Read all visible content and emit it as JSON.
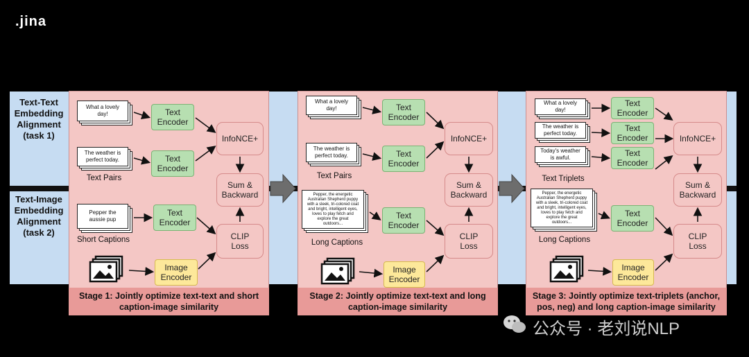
{
  "logo": ".jina",
  "rows": {
    "row1_label": [
      "Text-Text",
      "Embedding",
      "Alignment",
      "(task 1)"
    ],
    "row2_label": [
      "Text-Image",
      "Embedding",
      "Alignment",
      "(task 2)"
    ]
  },
  "stage1": {
    "card1": [
      "What a lovely",
      "day!"
    ],
    "card2": [
      "The weather is",
      "perfect today."
    ],
    "pairs_label": "Text Pairs",
    "card3": [
      "Pepper the",
      "aussie pup"
    ],
    "captions_label": "Short Captions",
    "text_encoder": [
      "Text",
      "Encoder"
    ],
    "image_encoder": [
      "Image",
      "Encoder"
    ],
    "infonce": "InfoNCE+",
    "sum": [
      "Sum &",
      "Backward"
    ],
    "clip": [
      "CLIP",
      "Loss"
    ],
    "footer": [
      "Stage 1: Jointly optimize text-text and short",
      "caption-image similarity"
    ]
  },
  "stage2": {
    "card1": [
      "What a lovely",
      "day!"
    ],
    "card2": [
      "The weather is",
      "perfect today."
    ],
    "pairs_label": "Text Pairs",
    "card3": [
      "Pepper, the energetic",
      "Australian Shepherd puppy",
      "with a sleek, tri-colored coat",
      "and bright, intelligent eyes,",
      "loves to play fetch and",
      "explore the great",
      "outdoors..."
    ],
    "captions_label": "Long Captions",
    "text_encoder": [
      "Text",
      "Encoder"
    ],
    "image_encoder": [
      "Image",
      "Encoder"
    ],
    "infonce": "InfoNCE+",
    "sum": [
      "Sum &",
      "Backward"
    ],
    "clip": [
      "CLIP",
      "Loss"
    ],
    "footer": [
      "Stage 2: Jointly optimize text-text and long",
      "caption-image similarity"
    ]
  },
  "stage3": {
    "card1": [
      "What a lovely",
      "day!"
    ],
    "card2": [
      "The weather is",
      "perfect today."
    ],
    "card2b": [
      "Today's weather",
      "is awful."
    ],
    "triplets_label": "Text Triplets",
    "card3": [
      "Pepper, the energetic",
      "Australian Shepherd puppy",
      "with a sleek, tri-colored coat",
      "and bright, intelligent eyes,",
      "loves to play fetch and",
      "explore the great",
      "outdoors..."
    ],
    "captions_label": "Long Captions",
    "text_encoder": [
      "Text",
      "Encoder"
    ],
    "image_encoder": [
      "Image",
      "Encoder"
    ],
    "infonce": "InfoNCE+",
    "sum": [
      "Sum &",
      "Backward"
    ],
    "clip": [
      "CLIP",
      "Loss"
    ],
    "footer": [
      "Stage 3: Jointly optimize text-triplets (anchor,",
      "pos, neg) and long caption-image similarity"
    ]
  },
  "watermark": "公众号 · 老刘说NLP",
  "colors": {
    "background": "#000000",
    "band": "#c6dcf2",
    "stage": "#f4c7c5",
    "stage_footer": "#e89a98",
    "text_encoder": "#b7dfb1",
    "image_encoder": "#fde89a"
  },
  "icons": [
    "image-stack-icon",
    "image-stack-icon",
    "image-stack-icon",
    "gray-arrow-icon",
    "gray-arrow-icon",
    "wechat-icon"
  ]
}
